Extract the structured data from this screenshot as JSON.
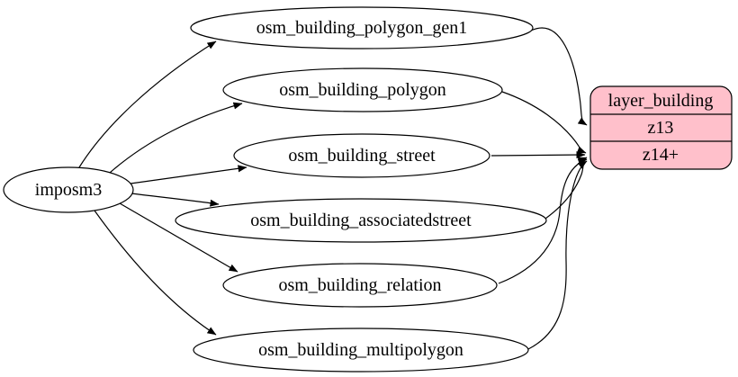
{
  "diagram": {
    "background_color": "#ffffff",
    "node_fill_color": "#ffffff",
    "node_stroke_color": "#000000",
    "edge_color": "#000000",
    "record_fill_color": "#ffc0cb",
    "source": {
      "label": "imposm3"
    },
    "tables": [
      {
        "label": "osm_building_polygon_gen1"
      },
      {
        "label": "osm_building_polygon"
      },
      {
        "label": "osm_building_street"
      },
      {
        "label": "osm_building_associatedstreet"
      },
      {
        "label": "osm_building_relation"
      },
      {
        "label": "osm_building_multipolygon"
      }
    ],
    "layer": {
      "title": "layer_building",
      "zoom_rows": [
        {
          "label": "z13"
        },
        {
          "label": "z14+"
        }
      ]
    },
    "edges": [
      {
        "from": "imposm3",
        "to": "osm_building_polygon_gen1"
      },
      {
        "from": "imposm3",
        "to": "osm_building_polygon"
      },
      {
        "from": "imposm3",
        "to": "osm_building_street"
      },
      {
        "from": "imposm3",
        "to": "osm_building_associatedstreet"
      },
      {
        "from": "imposm3",
        "to": "osm_building_relation"
      },
      {
        "from": "imposm3",
        "to": "osm_building_multipolygon"
      },
      {
        "from": "osm_building_polygon_gen1",
        "to": "layer_building.z13"
      },
      {
        "from": "osm_building_polygon",
        "to": "layer_building.z14+"
      },
      {
        "from": "osm_building_street",
        "to": "layer_building.z14+"
      },
      {
        "from": "osm_building_associatedstreet",
        "to": "layer_building.z14+"
      },
      {
        "from": "osm_building_relation",
        "to": "layer_building.z14+"
      },
      {
        "from": "osm_building_multipolygon",
        "to": "layer_building.z14+"
      }
    ]
  }
}
